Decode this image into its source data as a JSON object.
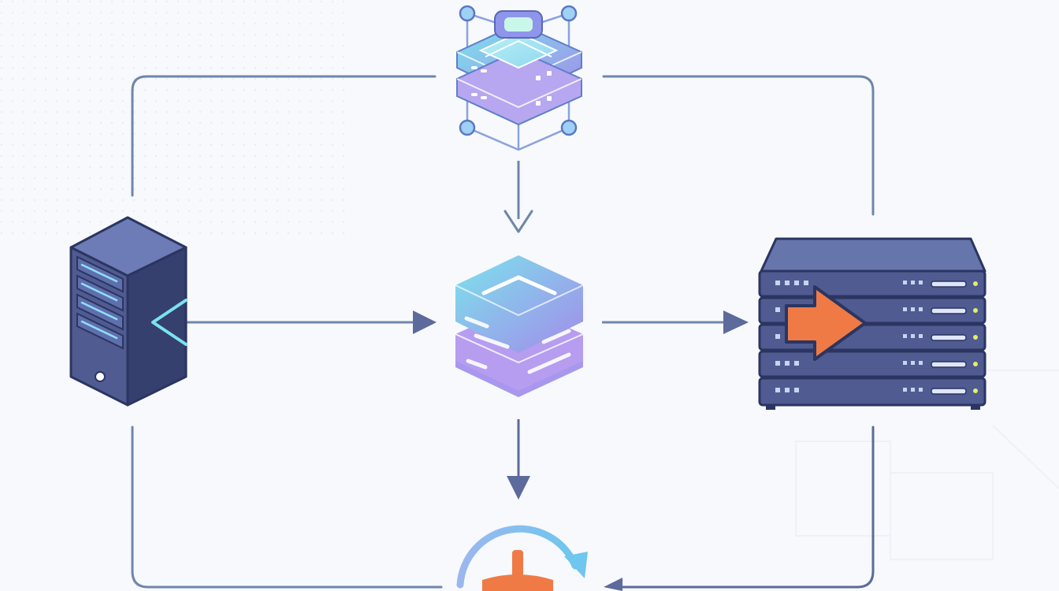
{
  "colors": {
    "background": "#f7f9fc",
    "connector": "#6f86ab",
    "connector_dark": "#5d6a9c",
    "server_front": "#4f5b91",
    "server_dark": "#35406f",
    "node_cyan": "#7be3ec",
    "node_violet": "#a38bea",
    "node_blue": "#9bb7f0",
    "accent_orange": "#f07a45"
  },
  "icons": {
    "top_node": "network-node-icon",
    "center_node": "stacked-layers-icon",
    "left_server": "tower-server-icon",
    "right_rack": "rack-server-icon",
    "rack_arrow": "arrow-right-icon",
    "left_chevron": "chevron-left-icon",
    "bottom_node": "refresh-cycle-icon"
  },
  "flows": [
    {
      "from": "top_node",
      "to": "center_node",
      "direction": "down"
    },
    {
      "from": "left_server",
      "to": "center_node",
      "direction": "right"
    },
    {
      "from": "center_node",
      "to": "right_rack",
      "direction": "right"
    },
    {
      "from": "center_node",
      "to": "bottom_node",
      "direction": "down"
    },
    {
      "from": "right_rack",
      "to": "bottom_node",
      "direction": "left"
    }
  ]
}
